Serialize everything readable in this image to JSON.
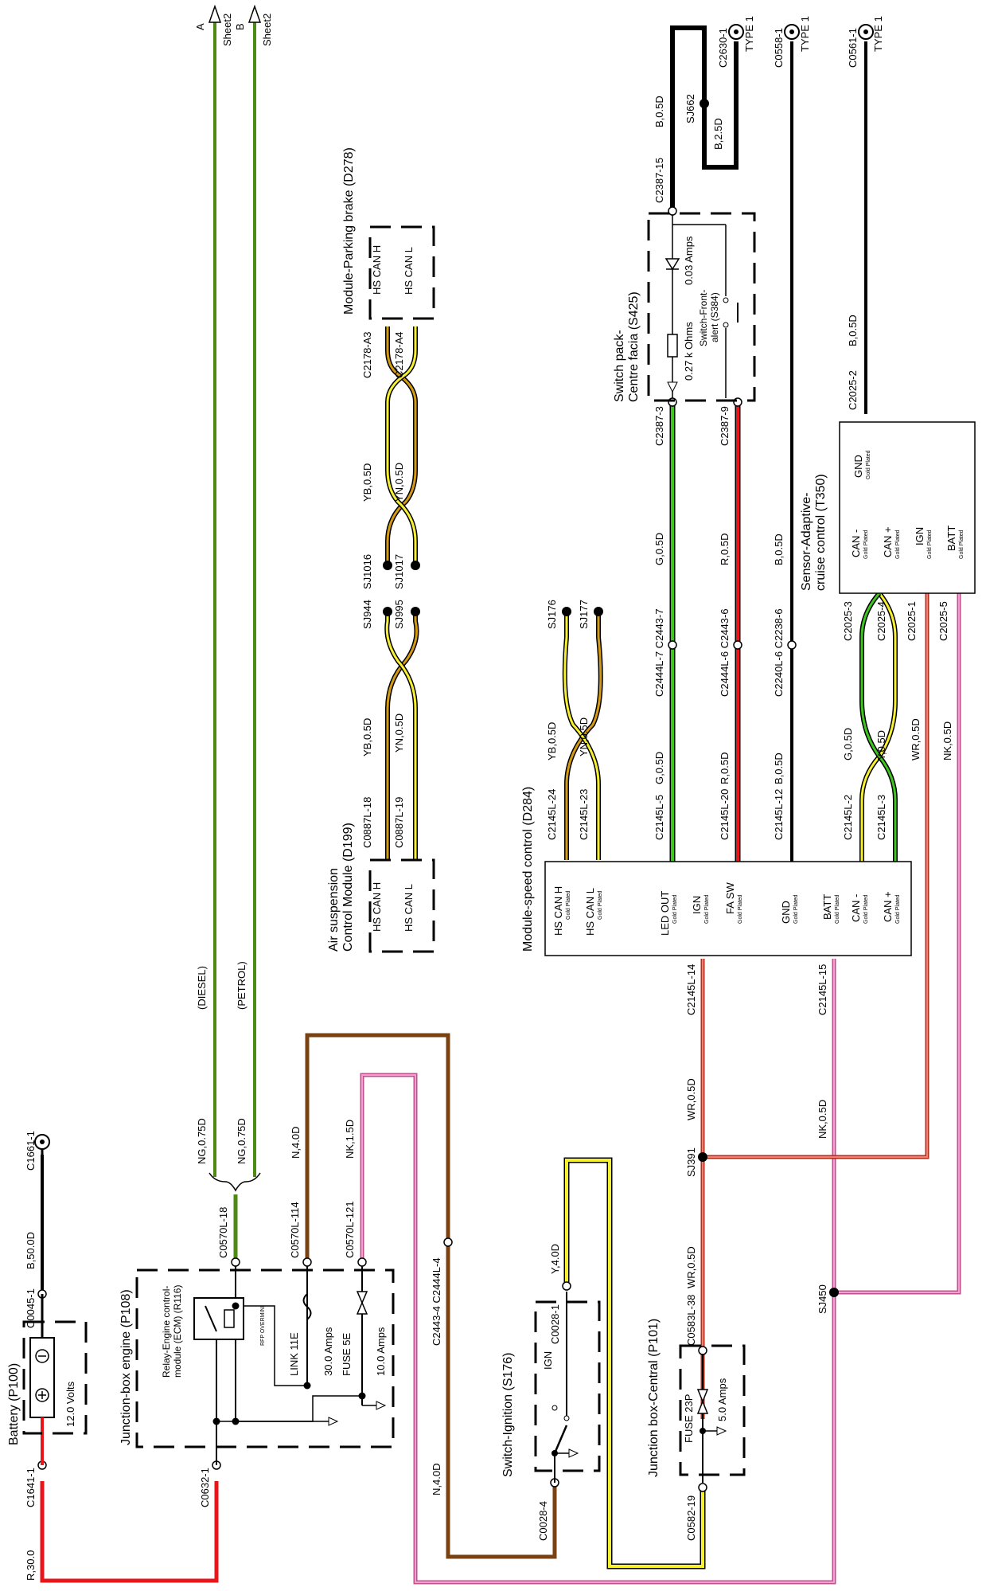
{
  "colors": {
    "red": "#e8161b",
    "green": "#3ec51f",
    "olive_green": "#4e8a13",
    "yellow": "#f6f030",
    "brown": "#7a4212",
    "pink": "#e474b4",
    "black": "#000000"
  },
  "titles": {
    "battery": "Battery (P100)",
    "junction_engine": "Junction-box engine (P108)",
    "switch_ignition": "Switch-Ignition (S176)",
    "junction_central": "Junction box-Central (P101)",
    "air_suspension_1": "Air suspension",
    "air_suspension_2": "Control Module (D199)",
    "speed_control": "Module-speed control (D284)",
    "parking_brake": "Module-Parking brake (D278)",
    "switch_pack_1": "Switch pack-",
    "switch_pack_2": "Centre facia (S425)",
    "sensor_acc_1": "Sensor-Adaptive-",
    "sensor_acc_2": "cruise control (T350)"
  },
  "battery": {
    "volts": "12.0 Volts",
    "neg": "C1641-1",
    "pos": "C0045-1",
    "wire_pos": "R,30.0",
    "wire_neg": "B,50.0D",
    "ground": "C1661-1"
  },
  "engine_box": {
    "relay_1": "Relay-Engine control-",
    "relay_2": "module (ECM) (R116)",
    "relay_3": "RFP OVERMINI",
    "link_1": "LINK 11E",
    "link_2": "30.0 Amps",
    "fuse_1": "FUSE 5E",
    "fuse_2": "10.0 Amps",
    "conn_in": "C0632-1",
    "conn_relay": "C0570L-18",
    "conn_link": "C0570L-114",
    "conn_fuse": "C0570L-121"
  },
  "sheet_refs": {
    "a_letter": "A",
    "a_sheet": "Sheet2",
    "b_letter": "B",
    "b_sheet": "Sheet2",
    "diesel": "(DIESEL)",
    "petrol": "(PETROL)",
    "wire_diesel": "NG,0.75D",
    "wire_petrol": "NG,0.75D"
  },
  "wires": {
    "n4": "N,4.0D",
    "nk15": "NK,1.5D",
    "n4_lower": "N,4.0D",
    "inline_conn": "C2443-4 C2444L-4",
    "y4": "Y,4.0D",
    "wr05_a": "WR,0.5D",
    "wr05_b": "WR,0.5D",
    "nk05_a": "NK,0.5D",
    "nk05_b": "NK,0.5D",
    "wr05_c": "WR,0.5D",
    "sj391": "SJ391",
    "sj450": "SJ450"
  },
  "ignition": {
    "ign": "IGN",
    "conn_in": "C0028-4",
    "conn_out": "C0028-1"
  },
  "central_box": {
    "fuse_1": "FUSE 23P",
    "fuse_2": "5.0 Amps",
    "conn_in": "C0582-19",
    "conn_out": "C0583L-38"
  },
  "air_module": {
    "pin_h": "HS CAN H",
    "pin_l": "HS CAN L",
    "conn_h": "C0887L-18",
    "conn_l": "C0887L-19",
    "wire_h": "YB,0.5D",
    "wire_l": "YN,0.5D",
    "sj_h": "SJ944",
    "sj_l": "SJ995"
  },
  "parking_module": {
    "pin_h": "HS CAN H",
    "pin_l": "HS CAN L",
    "conn_h": "C2178-A3",
    "conn_l": "C2178-A4",
    "wire_h": "YB,0.5D",
    "wire_l": "YN,0.5D",
    "sj_h": "SJ1016",
    "sj_l": "SJ1017"
  },
  "speed_module": {
    "gold": "Gold Plated",
    "pins": [
      "HS CAN H",
      "HS CAN L",
      "LED OUT",
      "IGN",
      "FA SW",
      "GND",
      "BATT",
      "CAN -",
      "CAN +"
    ],
    "conn_24": "C2145L-24",
    "conn_23": "C2145L-23",
    "wire_yb": "YB,0.5D",
    "wire_yn": "YN,0.5D",
    "sj176": "SJ176",
    "sj177": "SJ177",
    "conn_5": "C2145L-5",
    "wire_g": "G,0.5D",
    "conn_20": "C2145L-20",
    "wire_r": "R,0.5D",
    "conn_12": "C2145L-12",
    "wire_b": "B,0.5D",
    "conn_2": "C2145L-2",
    "wire_g2": "G,0.5D",
    "conn_3": "C2145L-3",
    "wire_y": "Y,0.5D",
    "conn_14": "C2145L-14",
    "conn_15": "C2145L-15",
    "inline_7": "C2444L-7 C2443-7",
    "inline_6": "C2444L-6 C2443-6",
    "inline_g": "C2240L-6 C2238-6"
  },
  "switch_pack": {
    "wire_g": "G,0.5D",
    "wire_r": "R,0.5D",
    "wire_b": "B,0.5D",
    "conn_3": "C2387-3",
    "conn_9": "C2387-9",
    "conn_15": "C2387-15",
    "resistor": "0.27 k Ohms",
    "led": "0.03 Amps",
    "sw_1": "Switch-Front-",
    "sw_2": "alert (S384)",
    "wire_b_top": "B,0.5D",
    "sj662": "SJ662",
    "wire_b25": "B,2.5D",
    "gnd_2630": "C2630-1",
    "gnd_0558": "C0558-1",
    "type1": "TYPE 1"
  },
  "sensor_module": {
    "gold": "Gold Plated",
    "pins": [
      "CAN -",
      "CAN +",
      "IGN",
      "BATT",
      "GND"
    ],
    "conn_3": "C2025-3",
    "conn_4": "C2025-4",
    "conn_1": "C2025-1",
    "conn_5": "C2025-5",
    "conn_2": "C2025-2",
    "wire_b": "B,0.5D",
    "gnd_0561": "C0561-1",
    "type1": "TYPE 1"
  }
}
